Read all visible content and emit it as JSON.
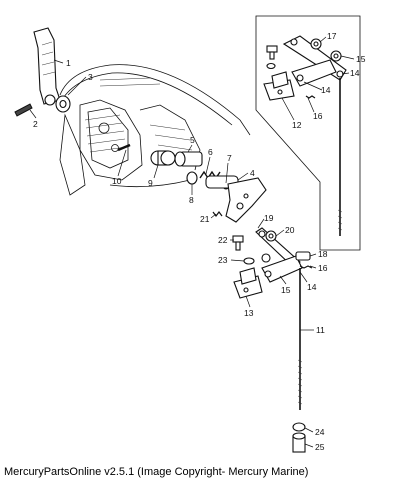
{
  "caption": "MercuryPartsOnline v2.5.1 (Image Copyright- Mercury Marine)",
  "callouts": {
    "p1": "1",
    "p2": "2",
    "p3": "3",
    "p4": "4",
    "p5": "5",
    "p6": "6",
    "p7": "7",
    "p8": "8",
    "p9": "9",
    "p10": "10",
    "p11": "11",
    "p12": "12",
    "p13": "13",
    "p14a": "14",
    "p14b": "14",
    "p14c": "14",
    "p15a": "15",
    "p15b": "15",
    "p16a": "16",
    "p16b": "16",
    "p17": "17",
    "p18": "18",
    "p19": "19",
    "p20": "20",
    "p21": "21",
    "p22": "22",
    "p23": "23",
    "p24": "24",
    "p25": "25"
  }
}
